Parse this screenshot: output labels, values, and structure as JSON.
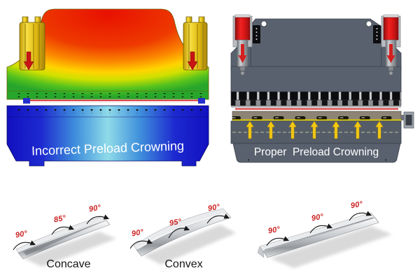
{
  "panels": {
    "incorrect": {
      "caption": "Incorrect Preload Crowning",
      "colors": {
        "stress_hot": "#e81400",
        "stress_warm": "#ffd400",
        "stress_cool": "#2fae28",
        "beam_edge_blue": "#1412c2",
        "beam_center_cyan": "#8fdbe9",
        "housing_yellow": "#e8c31d",
        "arrow_red": "#c81414",
        "workpiece_red": "#cc2020"
      },
      "down_arrow_count": 2
    },
    "proper": {
      "caption": "Proper  Preload Crowning",
      "colors": {
        "frame_gray": "#59616e",
        "cylinder_red": "#d42020",
        "workpiece_red": "#d83030",
        "die_bar_tan": "#8d8475",
        "crowning_arrow_yellow": "#f2c714"
      },
      "down_arrow_count": 2,
      "up_arrow_count": 7
    }
  },
  "sheets": [
    {
      "name": "concave",
      "label": "Concave",
      "angles": [
        "90°",
        "85°",
        "90°"
      ]
    },
    {
      "name": "convex",
      "label": "Convex",
      "angles": [
        "90°",
        "95°",
        "90°"
      ]
    },
    {
      "name": "straight",
      "label": "",
      "angles": [
        "90°",
        "90°",
        "90°"
      ]
    }
  ],
  "icons": {
    "preload_force": "arrow-down-icon",
    "crowning_force": "arrow-up-icon",
    "bend_angle": "arc-arrow-icon"
  },
  "angle_label_color": "#cc2222"
}
